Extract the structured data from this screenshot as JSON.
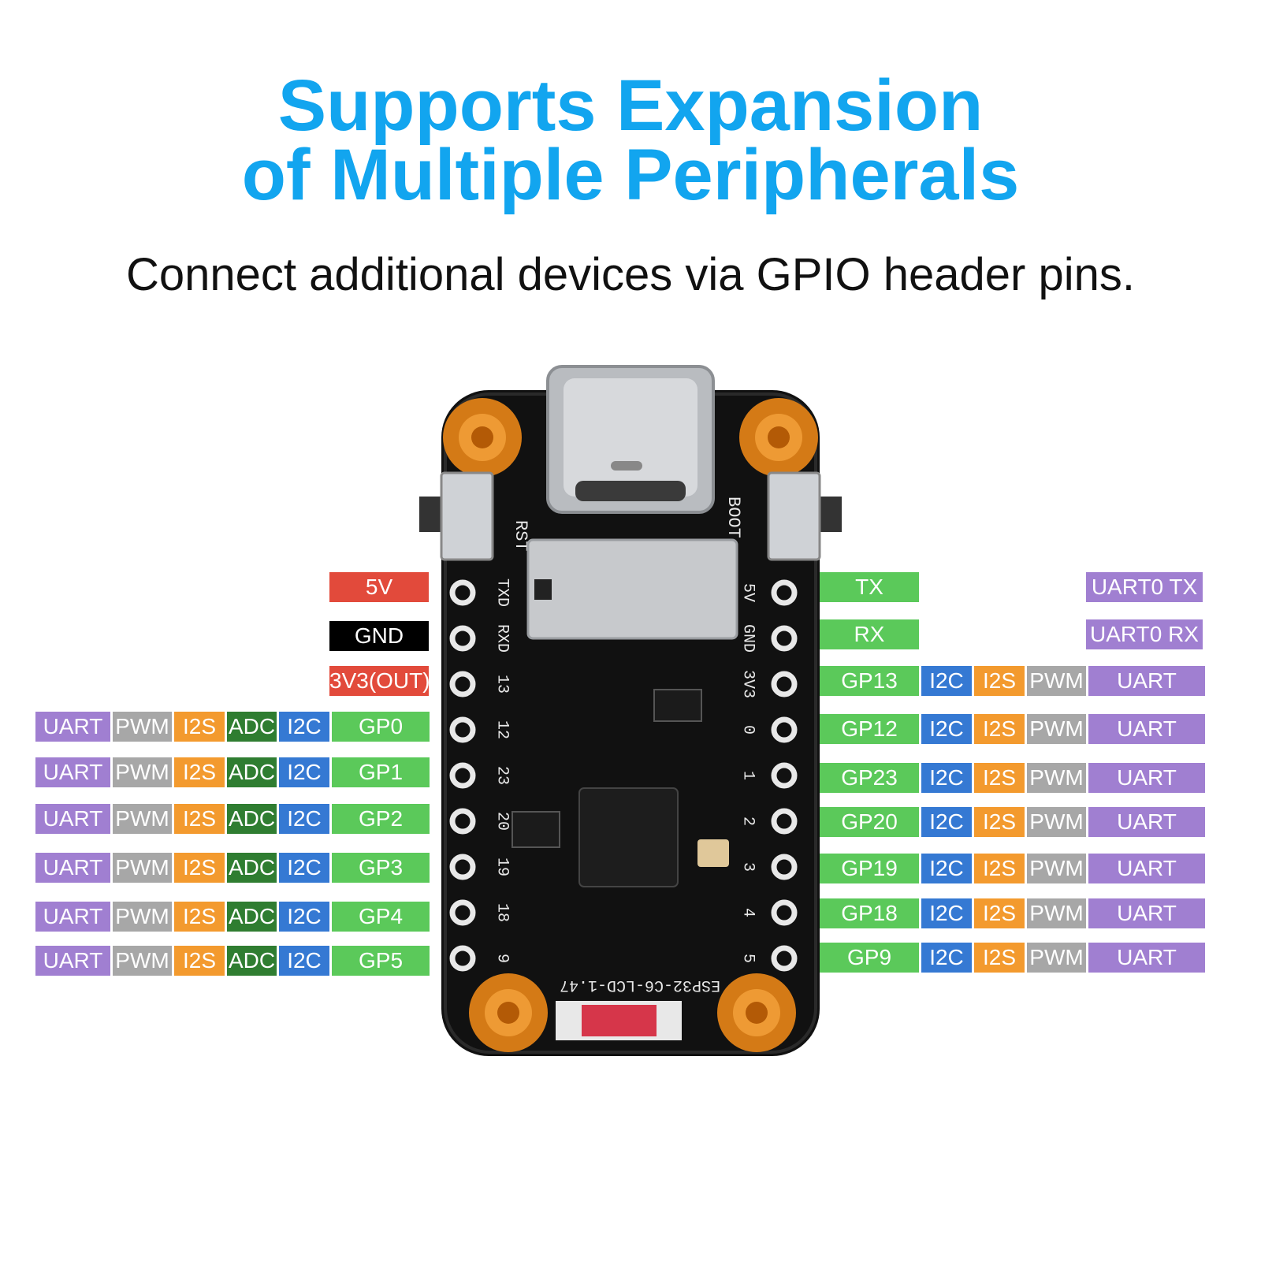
{
  "title": {
    "line1": "Supports Expansion",
    "line2": "of Multiple Peripherals",
    "color": "#12a5ef"
  },
  "subtitle": "Connect additional devices via GPIO header pins.",
  "colors": {
    "uart": "#a07fd1",
    "pwm": "#a7a7a7",
    "i2s": "#f39a2e",
    "adc": "#2f7d31",
    "i2c": "#3579d3",
    "gpio": "#5bc95a",
    "power_5v": "#e24a3b",
    "ground": "#000000",
    "power_3v3": "#e24a3b"
  },
  "left_power_pins": [
    {
      "label": "5V",
      "color": "#e24a3b"
    },
    {
      "label": "GND",
      "color": "#000000"
    },
    {
      "label": "3V3(OUT)",
      "color": "#e24a3b"
    }
  ],
  "left_gpio_rows": [
    {
      "uart": "UART",
      "pwm": "PWM",
      "i2s": "I2S",
      "adc": "ADC",
      "i2c": "I2C",
      "gpio": "GP0"
    },
    {
      "uart": "UART",
      "pwm": "PWM",
      "i2s": "I2S",
      "adc": "ADC",
      "i2c": "I2C",
      "gpio": "GP1"
    },
    {
      "uart": "UART",
      "pwm": "PWM",
      "i2s": "I2S",
      "adc": "ADC",
      "i2c": "I2C",
      "gpio": "GP2"
    },
    {
      "uart": "UART",
      "pwm": "PWM",
      "i2s": "I2S",
      "adc": "ADC",
      "i2c": "I2C",
      "gpio": "GP3"
    },
    {
      "uart": "UART",
      "pwm": "PWM",
      "i2s": "I2S",
      "adc": "ADC",
      "i2c": "I2C",
      "gpio": "GP4"
    },
    {
      "uart": "UART",
      "pwm": "PWM",
      "i2s": "I2S",
      "adc": "ADC",
      "i2c": "I2C",
      "gpio": "GP5"
    }
  ],
  "right_uart_rows": [
    {
      "gpio": "TX",
      "uart": "UART0 TX"
    },
    {
      "gpio": "RX",
      "uart": "UART0 RX"
    }
  ],
  "right_gpio_rows": [
    {
      "gpio": "GP13",
      "i2c": "I2C",
      "i2s": "I2S",
      "pwm": "PWM",
      "uart": "UART"
    },
    {
      "gpio": "GP12",
      "i2c": "I2C",
      "i2s": "I2S",
      "pwm": "PWM",
      "uart": "UART"
    },
    {
      "gpio": "GP23",
      "i2c": "I2C",
      "i2s": "I2S",
      "pwm": "PWM",
      "uart": "UART"
    },
    {
      "gpio": "GP20",
      "i2c": "I2C",
      "i2s": "I2S",
      "pwm": "PWM",
      "uart": "UART"
    },
    {
      "gpio": "GP19",
      "i2c": "I2C",
      "i2s": "I2S",
      "pwm": "PWM",
      "uart": "UART"
    },
    {
      "gpio": "GP18",
      "i2c": "I2C",
      "i2s": "I2S",
      "pwm": "PWM",
      "uart": "UART"
    },
    {
      "gpio": "GP9",
      "i2c": "I2C",
      "i2s": "I2S",
      "pwm": "PWM",
      "uart": "UART"
    }
  ],
  "board": {
    "model": "ESP32-C6-LCD-1.47",
    "button_left": "RST",
    "button_right": "BOOT",
    "silk_left": [
      "TXD",
      "RXD",
      "13",
      "12",
      "23",
      "20",
      "19",
      "18",
      "9"
    ],
    "silk_right": [
      "5V",
      "GND",
      "3V3",
      "0",
      "1",
      "2",
      "3",
      "4",
      "5"
    ]
  }
}
